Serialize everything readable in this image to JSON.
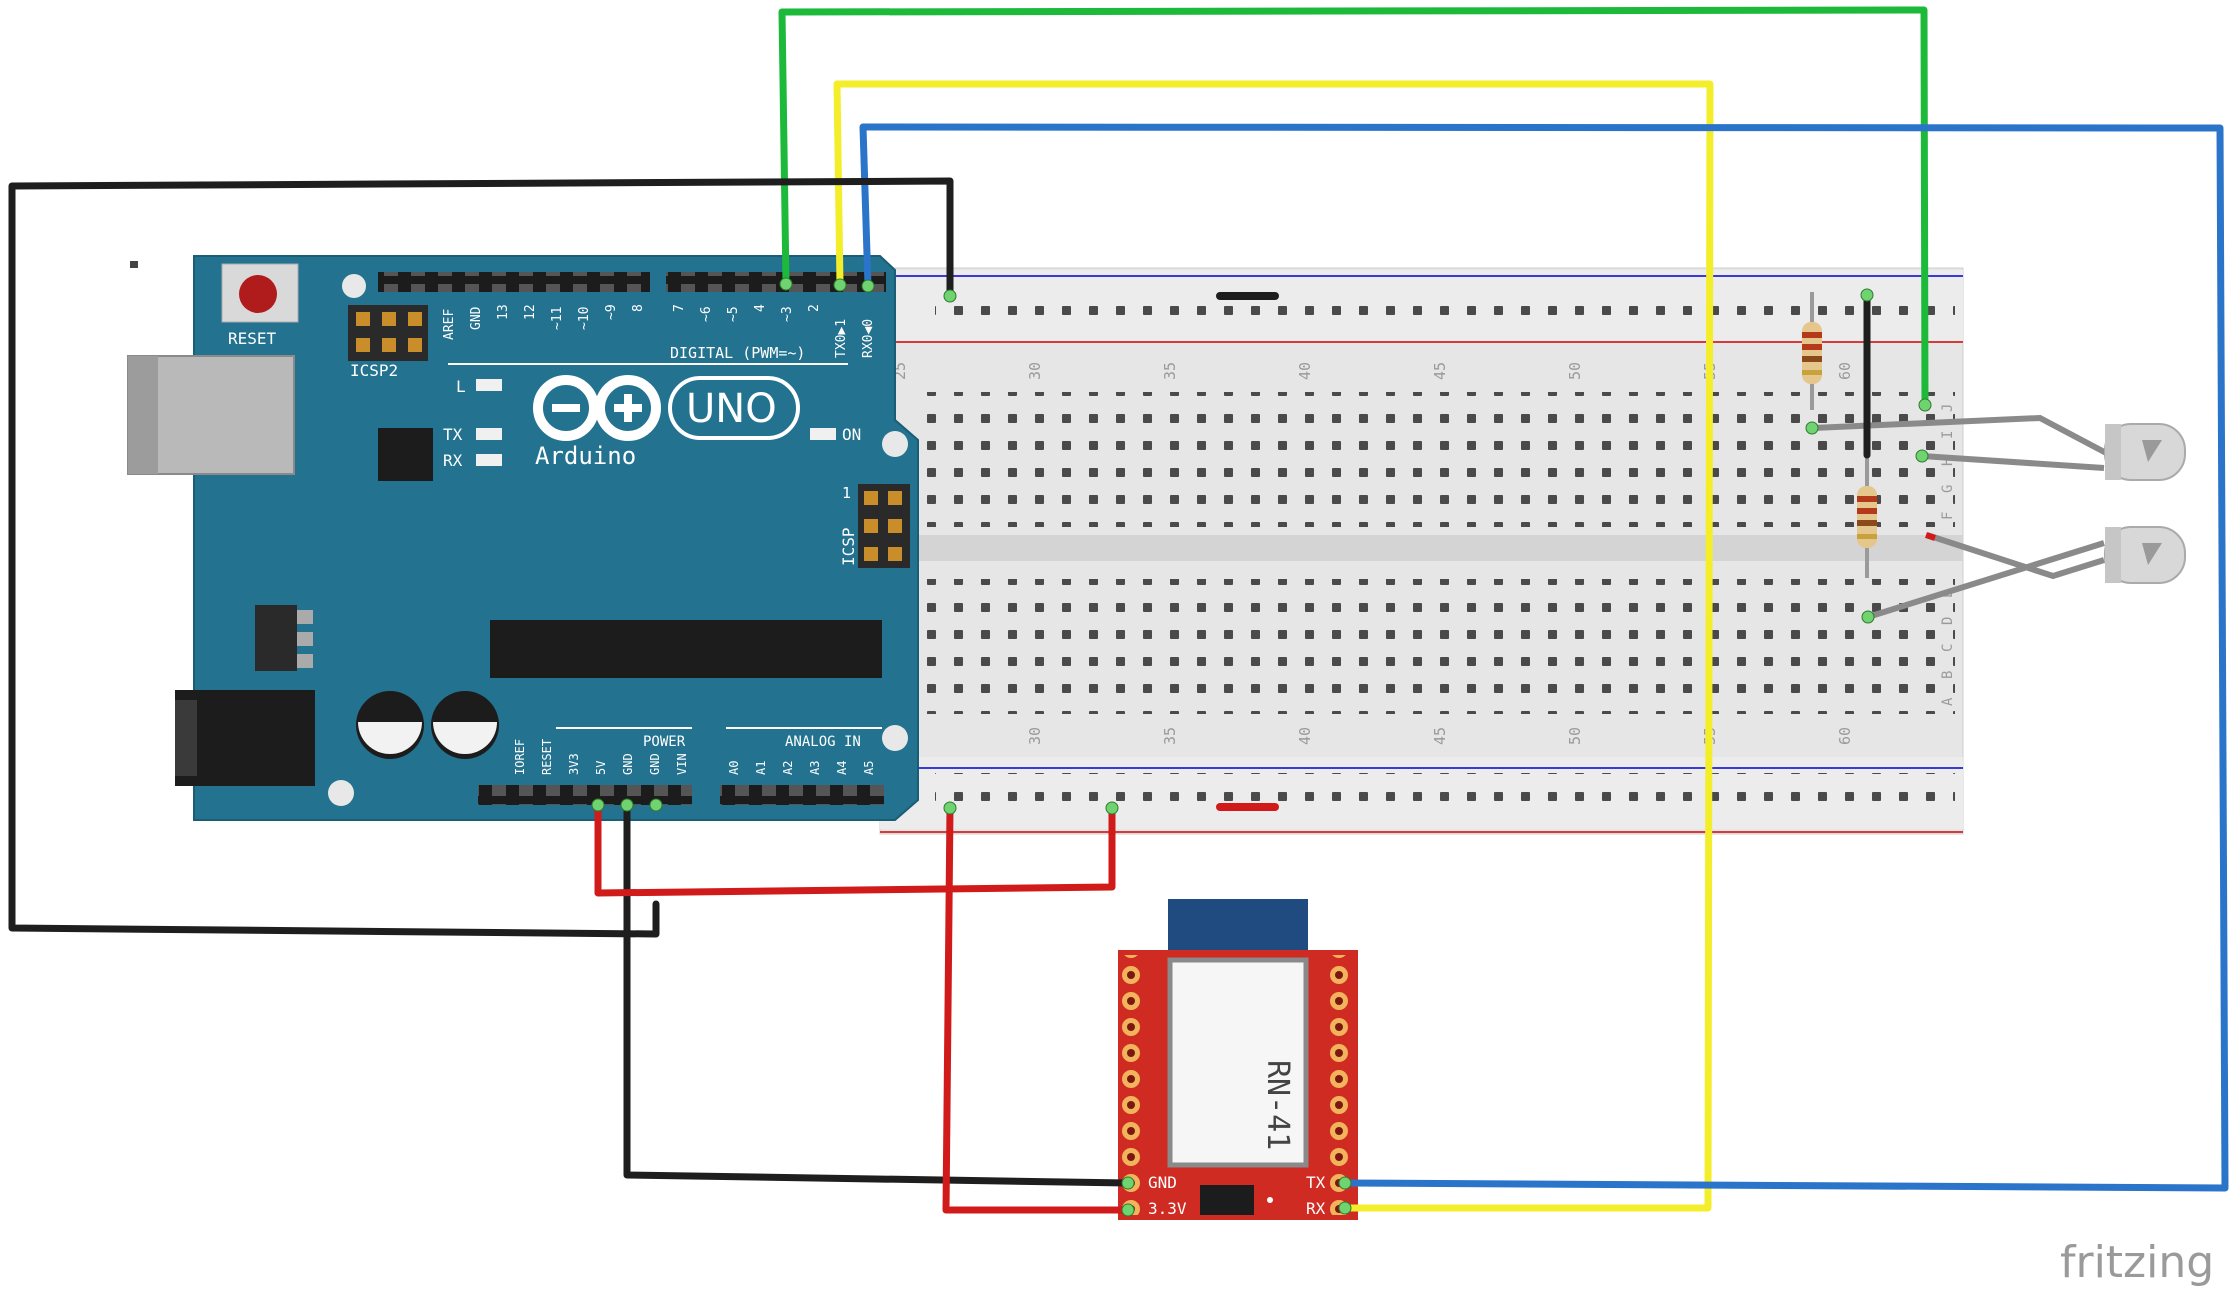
{
  "arduino": {
    "model": "UNO",
    "brand": "Arduino",
    "reset_label": "RESET",
    "icsp2_label": "ICSP2",
    "icsp_label": "ICSP",
    "icsp_pin1": "1",
    "led_l": "L",
    "led_tx": "TX",
    "led_rx": "RX",
    "led_on": "ON",
    "digital_label": "DIGITAL (PWM=~)",
    "digital_pins": [
      "AREF",
      "GND",
      "13",
      "12",
      "~11",
      "~10",
      "~9",
      "8",
      "7",
      "~6",
      "~5",
      "4",
      "~3",
      "2",
      "TX0▶1",
      "RX0◀0"
    ],
    "power_label": "POWER",
    "power_pins": [
      "IOREF",
      "RESET",
      "3V3",
      "5V",
      "GND",
      "GND",
      "VIN"
    ],
    "analog_label": "ANALOG IN",
    "analog_pins": [
      "A0",
      "A1",
      "A2",
      "A3",
      "A4",
      "A5"
    ]
  },
  "breadboard": {
    "column_numbers": [
      "25",
      "30",
      "35",
      "40",
      "45",
      "50",
      "55",
      "60"
    ],
    "row_letters_top": [
      "J",
      "I",
      "H",
      "G",
      "F"
    ],
    "row_letters_bottom": [
      "E",
      "D",
      "C",
      "B",
      "A"
    ]
  },
  "module": {
    "name": "RN-41",
    "pin_gnd": "GND",
    "pin_33v": "3.3V",
    "pin_tx": "TX",
    "pin_rx": "RX"
  },
  "watermark": "fritzing",
  "colors": {
    "board": "#23728f",
    "wire_green": "#1db93a",
    "wire_yellow": "#f4ee2a",
    "wire_blue": "#2a74c9",
    "wire_black": "#1e1e1e",
    "wire_red": "#d11a1a",
    "module_red": "#cf2b22",
    "breadboard": "#e8e8e8"
  }
}
